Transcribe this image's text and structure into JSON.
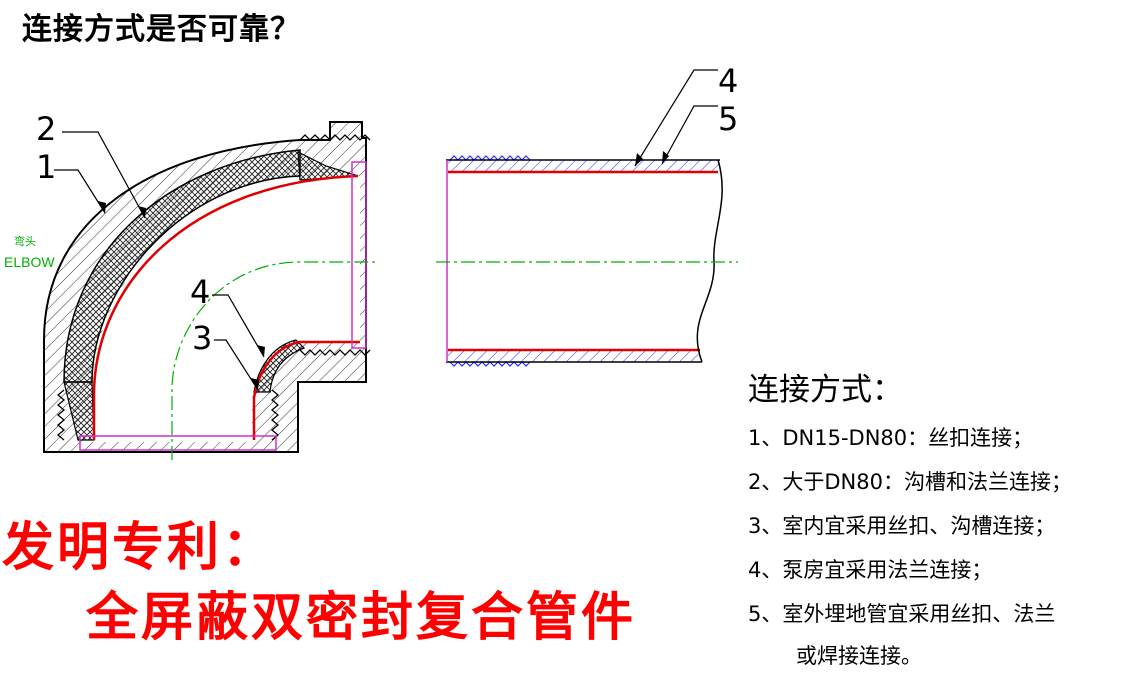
{
  "title": "连接方式是否可靠？",
  "elbow_label_cn": "弯头",
  "elbow_label_en": "ELBOW",
  "callouts": {
    "elbow_1": "1",
    "elbow_2": "2",
    "elbow_3": "3",
    "elbow_4": "4",
    "pipe_4": "4",
    "pipe_5": "5"
  },
  "connection": {
    "title": "连接方式：",
    "items": [
      "1、DN15-DN80：丝扣连接；",
      "2、大于DN80：沟槽和法兰连接；",
      "3、室内宜采用丝扣、沟槽连接；",
      "4、泵房宜采用法兰连接；",
      "5、室外埋地管宜采用丝扣、法兰"
    ],
    "item5_cont": "或焊接连接。"
  },
  "patent": {
    "line1": "发明专利：",
    "line2": "全屏蔽双密封复合管件"
  },
  "colors": {
    "patent_red": "#ff0000",
    "liner_red": "#e00000",
    "magenta": "#cc33cc",
    "centerline_green": "#00b000",
    "pipe_hatch_blue": "#2a2aff"
  }
}
